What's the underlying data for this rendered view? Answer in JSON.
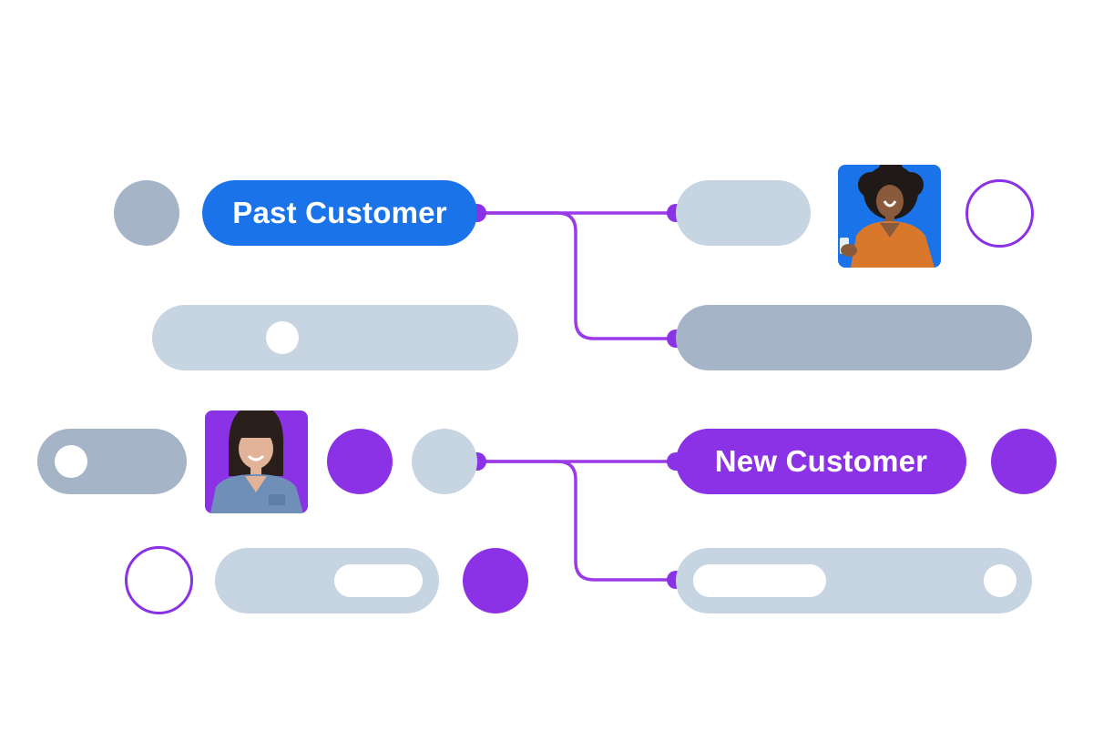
{
  "labels": {
    "past_customer": "Past Customer",
    "new_customer": "New Customer"
  },
  "avatars": [
    {
      "description": "woman with curly hair in orange shirt holding phone",
      "bg": "#1a73e8"
    },
    {
      "description": "woman with bangs in denim shirt",
      "bg": "#8b31e6"
    }
  ],
  "colors": {
    "blue": "#1a73e8",
    "purple": "#8b31e6",
    "line": "#9b3ae8",
    "light_gray": "#c7d4e1",
    "mid_gray": "#a5b4c7",
    "white": "#ffffff"
  }
}
